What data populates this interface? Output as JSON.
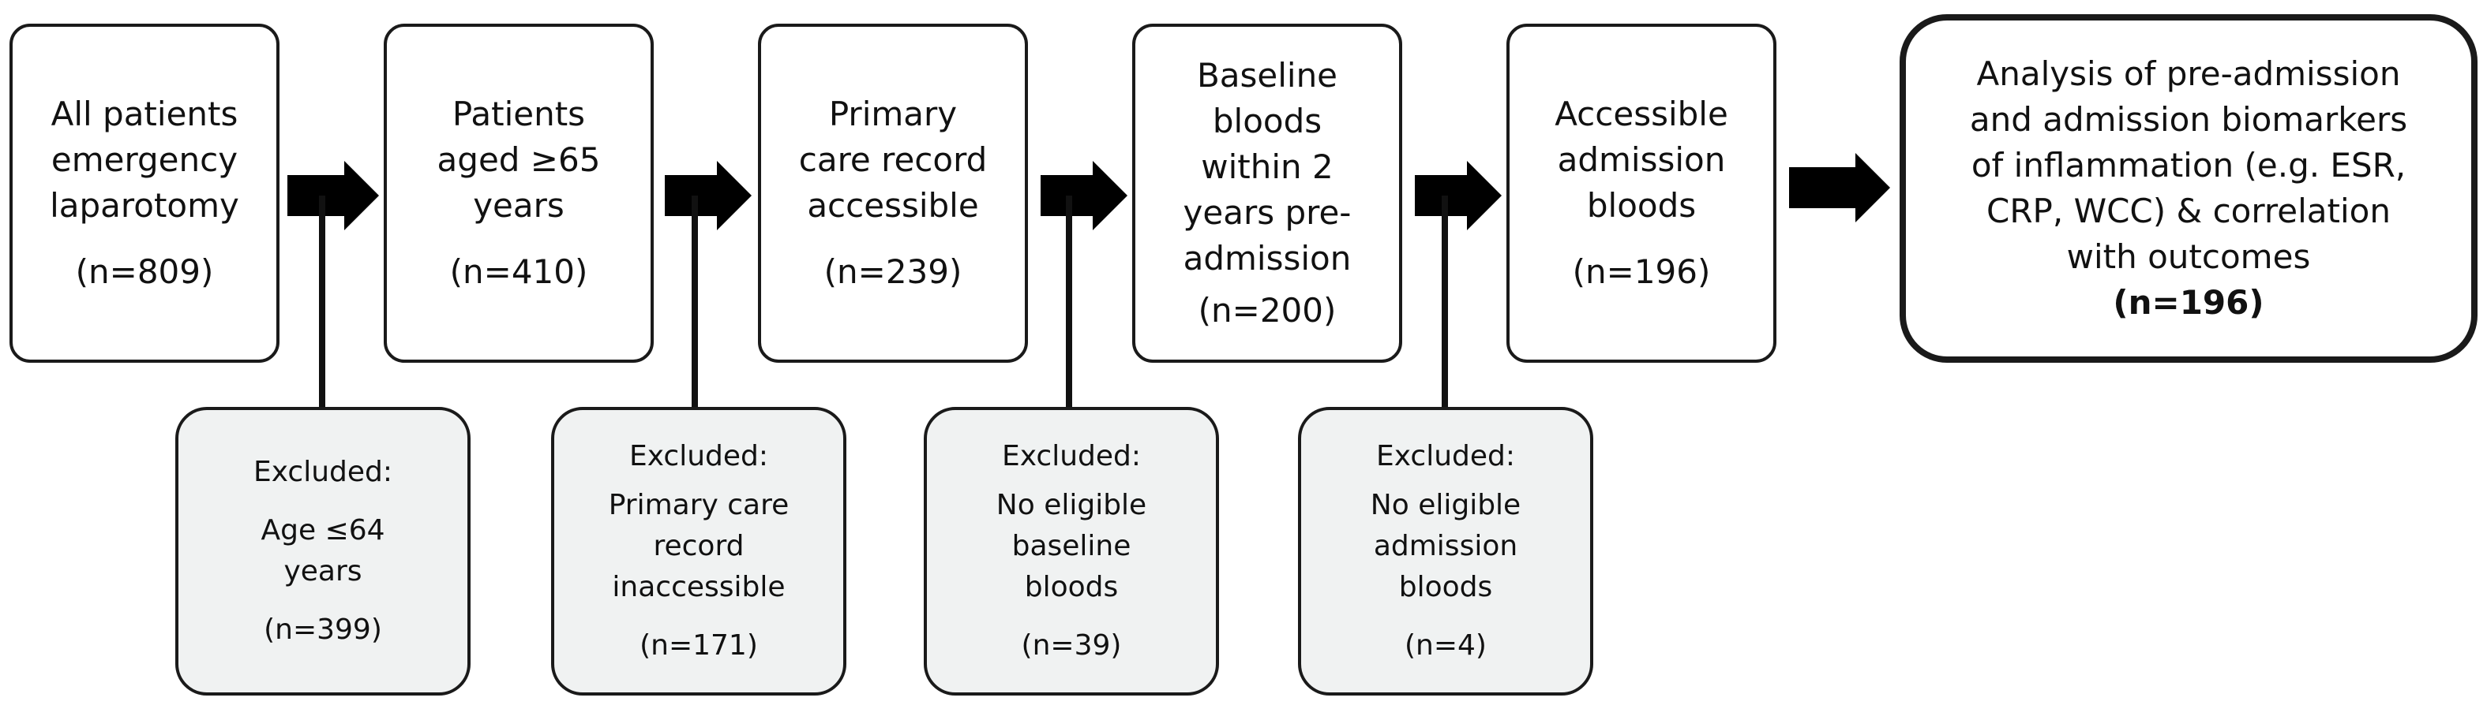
{
  "flow": {
    "boxes": [
      {
        "text": "All patients\nemergency\nlaparotomy",
        "n": "(n=809)"
      },
      {
        "text": "Patients\naged ≥65\nyears",
        "n": "(n=410)"
      },
      {
        "text": "Primary\ncare record\naccessible",
        "n": "(n=239)"
      },
      {
        "text": "Baseline\nbloods\nwithin 2\nyears pre-\nadmission",
        "n": "(n=200)"
      },
      {
        "text": "Accessible\nadmission\nbloods",
        "n": "(n=196)"
      }
    ],
    "final": {
      "text": "Analysis of pre-admission\nand admission biomarkers\nof inflammation (e.g. ESR,\nCRP, WCC) & correlation\nwith outcomes",
      "n": "(n=196)"
    },
    "exclusions": [
      {
        "heading": "Excluded:",
        "text": "Age ≤64\nyears",
        "n": "(n=399)"
      },
      {
        "heading": "Excluded:",
        "text": "Primary care\nrecord\ninaccessible",
        "n": "(n=171)"
      },
      {
        "heading": "Excluded:",
        "text": "No eligible\nbaseline\nbloods",
        "n": "(n=39)"
      },
      {
        "heading": "Excluded:",
        "text": "No eligible\nadmission\nbloods",
        "n": "(n=4)"
      }
    ]
  }
}
